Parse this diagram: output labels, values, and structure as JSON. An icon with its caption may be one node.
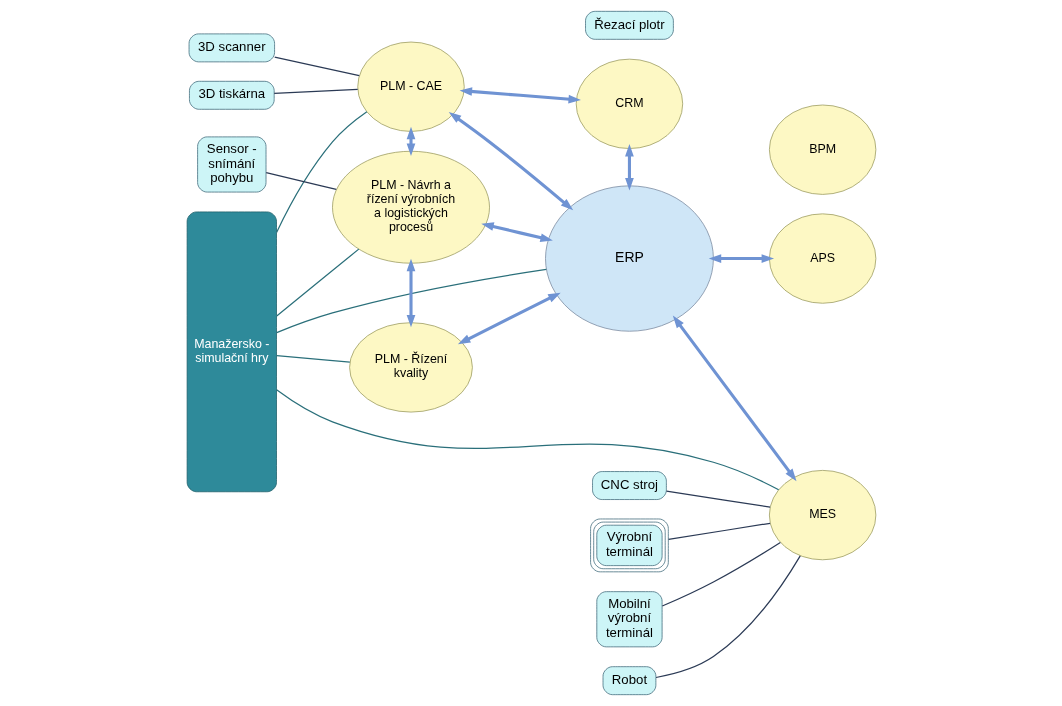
{
  "diagram": {
    "nodes": [
      {
        "text": [
          "Manažersko - simulační hry"
        ]
      },
      {
        "text": [
          "CRM"
        ]
      },
      {
        "text": [
          "BPM"
        ]
      },
      {
        "text": [
          "PLM - CAE"
        ]
      },
      {
        "text": [
          "ERP"
        ]
      },
      {
        "text": [
          "APS"
        ]
      },
      {
        "text": [
          "PLM - Návrh a řízení výrobních a logistických procesů"
        ]
      },
      {
        "text": [
          "PLM - Řízení kvality"
        ]
      },
      {
        "text": [
          "MES"
        ]
      },
      {
        "text": [
          "3D scanner"
        ]
      },
      {
        "text": [
          "3D tiskárna"
        ]
      },
      {
        "text": [
          "Výrobní terminál"
        ]
      },
      {
        "text": [
          "Mobilní výrobní terminál"
        ]
      },
      {
        "text": [
          "Sensor - snímání pohybu"
        ]
      },
      {
        "text": [
          "Řezací plotr"
        ]
      },
      {
        "text": [
          "Robot"
        ]
      },
      {
        "text": [
          "CNC stroj"
        ]
      }
    ],
    "edges": [
      {
        "from": 0,
        "to": 3,
        "arrow": "none",
        "color": "#2a6f7a"
      },
      {
        "from": 0,
        "to": 4,
        "arrow": "none",
        "color": "#2a6f7a"
      },
      {
        "from": 0,
        "to": 6,
        "arrow": "none",
        "color": "#2a6f7a"
      },
      {
        "from": 0,
        "to": 7,
        "arrow": "none",
        "color": "#2a6f7a"
      },
      {
        "from": 0,
        "to": 8,
        "arrow": "none",
        "color": "#2a6f7a"
      },
      {
        "from": 3,
        "to": 1,
        "arrow": "both",
        "style": "thick"
      },
      {
        "from": 1,
        "to": 4,
        "arrow": "both",
        "style": "thick"
      },
      {
        "from": 3,
        "to": 4,
        "arrow": "both",
        "style": "thick"
      },
      {
        "from": 3,
        "to": 6,
        "arrow": "both",
        "style": "thick"
      },
      {
        "from": 6,
        "to": 4,
        "arrow": "both",
        "style": "thick"
      },
      {
        "from": 6,
        "to": 7,
        "arrow": "both",
        "style": "thick"
      },
      {
        "from": 7,
        "to": 4,
        "arrow": "both",
        "style": "thick"
      },
      {
        "from": 4,
        "to": 8,
        "arrow": "both",
        "style": "thick"
      },
      {
        "from": 4,
        "to": 5,
        "arrow": "both",
        "style": "thick"
      },
      {
        "from": 9,
        "to": 3,
        "arrow": "none",
        "color": "#2b3a55"
      },
      {
        "from": 10,
        "to": 3,
        "arrow": "none",
        "color": "#2b3a55"
      },
      {
        "from": 13,
        "to": 6,
        "arrow": "none",
        "color": "#2b3a55"
      },
      {
        "from": 11,
        "to": 8,
        "arrow": "none",
        "color": "#2b3a55"
      },
      {
        "from": 12,
        "to": 8,
        "arrow": "none",
        "color": "#2b3a55"
      },
      {
        "from": 15,
        "to": 8,
        "arrow": "none",
        "color": "#2b3a55"
      },
      {
        "from": 16,
        "to": 8,
        "arrow": "none",
        "color": "#2b3a55"
      }
    ]
  }
}
